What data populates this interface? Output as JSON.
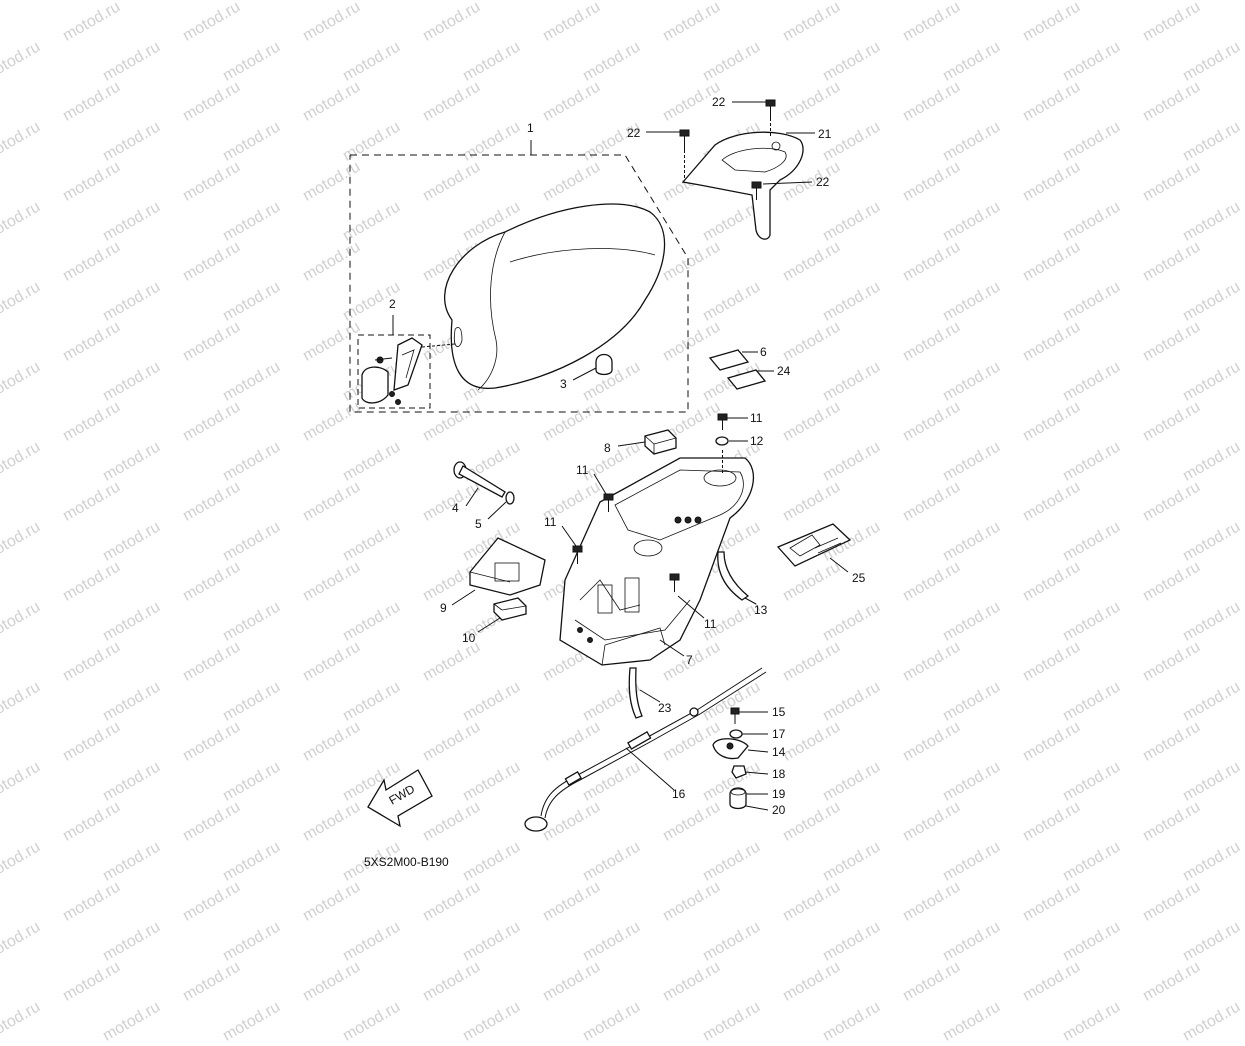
{
  "watermark": {
    "text": "motod.ru"
  },
  "diagram": {
    "code": "5XS2M00-B190",
    "fwd_label": "FWD",
    "callouts": {
      "c1": "1",
      "c2": "2",
      "c3": "3",
      "c4": "4",
      "c5": "5",
      "c6": "6",
      "c7": "7",
      "c8": "8",
      "c9": "9",
      "c10": "10",
      "c11a": "11",
      "c11b": "11",
      "c11c": "11",
      "c11d": "11",
      "c12": "12",
      "c13": "13",
      "c14": "14",
      "c15": "15",
      "c16": "16",
      "c17": "17",
      "c18": "18",
      "c19": "19",
      "c20": "20",
      "c21": "21",
      "c22a": "22",
      "c22b": "22",
      "c22c": "22",
      "c23": "23",
      "c24": "24",
      "c25": "25"
    }
  }
}
